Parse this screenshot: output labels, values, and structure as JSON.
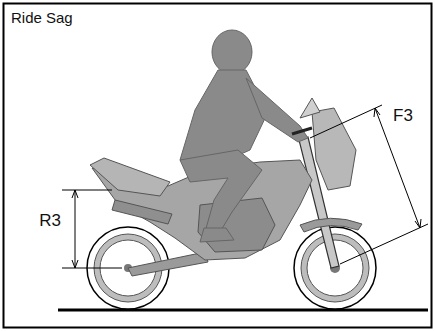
{
  "diagram": {
    "title": "Ride Sag",
    "labels": [
      "R3",
      "F3"
    ]
  }
}
